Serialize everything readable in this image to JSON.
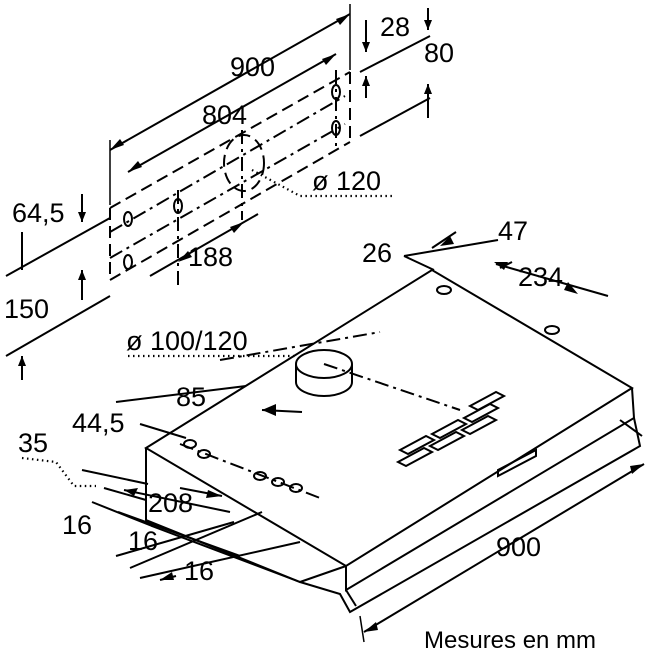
{
  "diagram": {
    "dimensions": {
      "d900_top": "900",
      "d28": "28",
      "d80": "80",
      "d804": "804",
      "d120": "ø 120",
      "d645": "64,5",
      "d188": "188",
      "d150": "150",
      "d26": "26",
      "d47": "47",
      "d234": "234",
      "d100_120": "ø 100/120",
      "d85": "85",
      "d445": "44,5",
      "d35": "35",
      "d208": "208",
      "d16a": "16",
      "d16b": "16",
      "d16c": "16",
      "d900_bottom": "900"
    },
    "caption": "Mesures en mm"
  }
}
